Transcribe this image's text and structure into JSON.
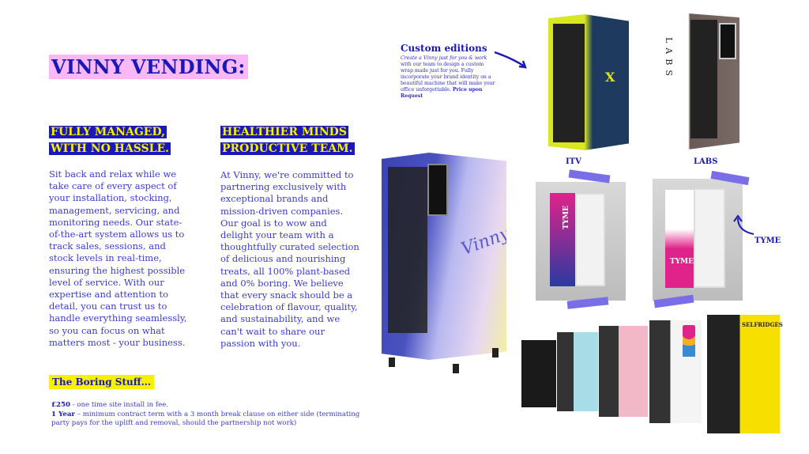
{
  "title": "VINNY VENDING:",
  "sections": [
    {
      "heading_lines": [
        "FULLY MANAGED,",
        "WITH NO HASSLE."
      ],
      "body": "Sit back and relax while we take care of every aspect of your installation, stocking, management, servicing, and monitoring needs. Our state-of-the-art system allows us to track sales, sessions, and stock levels in real-time, ensuring the highest possible level of service. With our expertise and attention to detail, you can trust us to handle everything seamlessly, so you can focus on what matters most - your business."
    },
    {
      "heading_lines": [
        "HEALTHIER MINDS",
        "PRODUCTIVE TEAM."
      ],
      "body": "At Vinny, we're committed to partnering exclusively with exceptional brands and mission-driven companies. Our goal is to wow and delight your team with a thoughtfully curated selection of delicious and nourishing treats, all 100% plant-based and 0% boring. We believe that every snack should be a celebration of flavour, quality, and sustainability, and we can't wait to share our passion with you."
    }
  ],
  "boring": {
    "heading": "The Boring Stuff...",
    "items": [
      {
        "strong": "£250",
        "text": " - one time site install in fee."
      },
      {
        "strong": "1 Year",
        "text": " – minimum contract term with a 3 month break clause on either side (terminating party pays for the uplift and removal, should the partnership not work)"
      }
    ]
  },
  "custom": {
    "title": "Custom editions",
    "intro_italic": "Create a Vinny just for you & work",
    "text": " with our team to design a custom wrap made just for you. Fully incorporate your brand identity on a beautiful machine that will make your office unforgettable. ",
    "price": "Price upon Request"
  },
  "machines": {
    "main_brand": "Vinny",
    "labels": {
      "itv": "ITV",
      "labs": "LABS",
      "tyme": "TYME"
    },
    "tyme_brand": "TYME",
    "labs_brand": "LABS",
    "itv_mark": "X",
    "selfridges": "SELFRIDGES"
  },
  "colors": {
    "navy": "#1a18b8",
    "yellow": "#f7f000",
    "pink": "#fbb8f7"
  }
}
